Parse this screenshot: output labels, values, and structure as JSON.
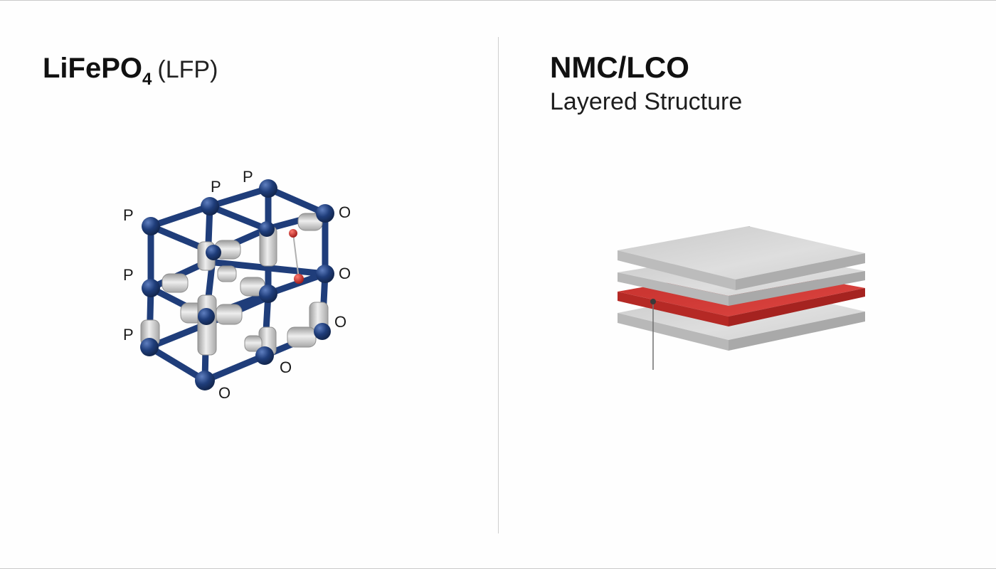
{
  "left_panel": {
    "title_main": "LiFePO",
    "title_subscript": "4",
    "title_suffix": "(LFP)",
    "atom_labels": {
      "p1": "P",
      "p2": "P",
      "p3": "P",
      "p4": "P",
      "p5": "P",
      "o1": "O",
      "o2": "O",
      "o3": "O",
      "o4": "O",
      "o5": "O"
    }
  },
  "right_panel": {
    "title": "NMC/LCO",
    "subtitle": "Layered Structure"
  },
  "colors": {
    "lattice_blue": "#1f3d7a",
    "cylinder_gray": "#cfcfcf",
    "lithium_red": "#c8302e",
    "layer_gray": "#d9d9d9",
    "layer_red": "#d23a36",
    "divider": "#cfcfcf"
  }
}
